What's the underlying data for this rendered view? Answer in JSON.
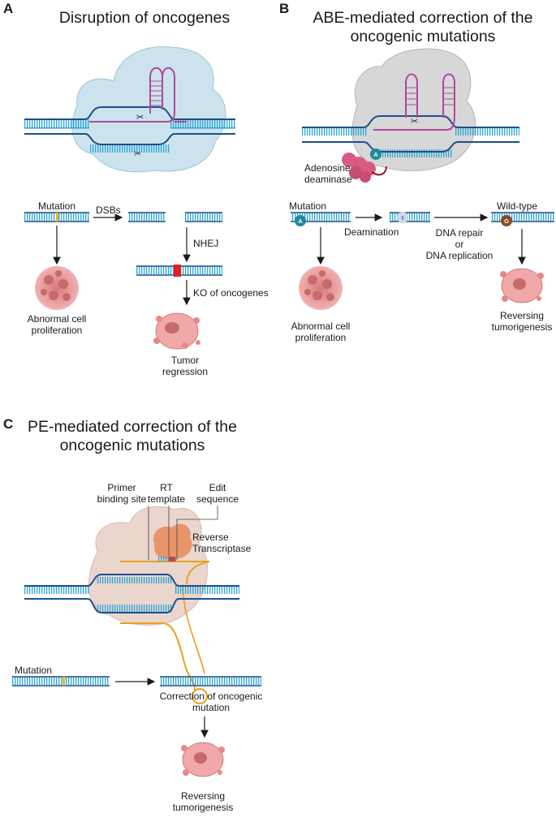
{
  "panel_a": {
    "letter": "A",
    "title": "Disruption of oncogenes",
    "mutation": "Mutation",
    "dsbs": "DSBs",
    "nhej": "NHEJ",
    "ko": "KO of oncogenes",
    "abnormal_1": "Abnormal cell",
    "abnormal_2": "proliferation",
    "tumor_1": "Tumor",
    "tumor_2": "regression"
  },
  "panel_b": {
    "letter": "B",
    "title_1": "ABE-mediated correction of the",
    "title_2": "oncogenic mutations",
    "adenosine_1": "Adenosine",
    "adenosine_2": "deaminase",
    "mutation": "Mutation",
    "deamination": "Deamination",
    "wild_type": "Wild-type",
    "repair_1": "DNA repair",
    "repair_2": "or",
    "repair_3": "DNA replication",
    "abnormal_1": "Abnormal cell",
    "abnormal_2": "proliferation",
    "reversing_1": "Reversing",
    "reversing_2": "tumorigenesis",
    "base_a": "A",
    "base_i": "I",
    "base_g": "G"
  },
  "panel_c": {
    "letter": "C",
    "title_1": "PE-mediated correction of the",
    "title_2": "oncogenic mutations",
    "primer_1": "Primer",
    "primer_2": "binding site",
    "rt_1": "RT",
    "rt_2": "template",
    "edit_1": "Edit",
    "edit_2": "sequence",
    "rev_1": "Reverse",
    "rev_2": "Transcriptase",
    "mutation": "Mutation",
    "correction_1": "Correction of oncogenic",
    "correction_2": "mutation",
    "reversing_1": "Reversing",
    "reversing_2": "tumorigenesis"
  },
  "colors": {
    "dna_light": "#2aa6d6",
    "dna_dark": "#1f4f8a",
    "mutation_yellow": "#f2b21c",
    "nhej_red": "#e02020",
    "cas9_blue": "#bfdce8",
    "cas9_gray": "#d0d0d0",
    "pe_tan": "#e8d2c8",
    "rt_orange": "#e8956a",
    "guide_magenta": "#b0489c",
    "pegrna_orange": "#e8a020",
    "deaminase_pink": "#d85c80",
    "badge_teal": "#1f8a9a",
    "badge_brown": "#8a4a24",
    "cell_pink": "#f0a8a8",
    "tumor_pink": "#e88888",
    "arrow": "#1a1a1a"
  }
}
